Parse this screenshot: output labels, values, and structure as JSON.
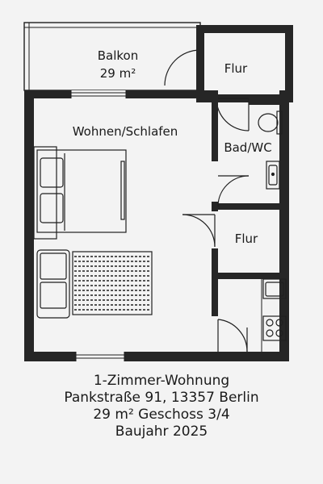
{
  "rooms": {
    "balcony": {
      "name": "Balkon",
      "area": "29 m²"
    },
    "hall_top": "Flur",
    "bathroom": "Bad/WC",
    "living": "Wohnen/Schlafen",
    "hall_bottom": "Flur"
  },
  "caption": {
    "type": "1-Zimmer-Wohnung",
    "address": "Pankstraße 91, 13357 Berlin",
    "size_floor": "29 m²  Geschoss 3/4",
    "year": "Baujahr 2025"
  },
  "colors": {
    "wall": "#262626",
    "line": "#1f1f1f",
    "background": "#f3f3f3"
  }
}
